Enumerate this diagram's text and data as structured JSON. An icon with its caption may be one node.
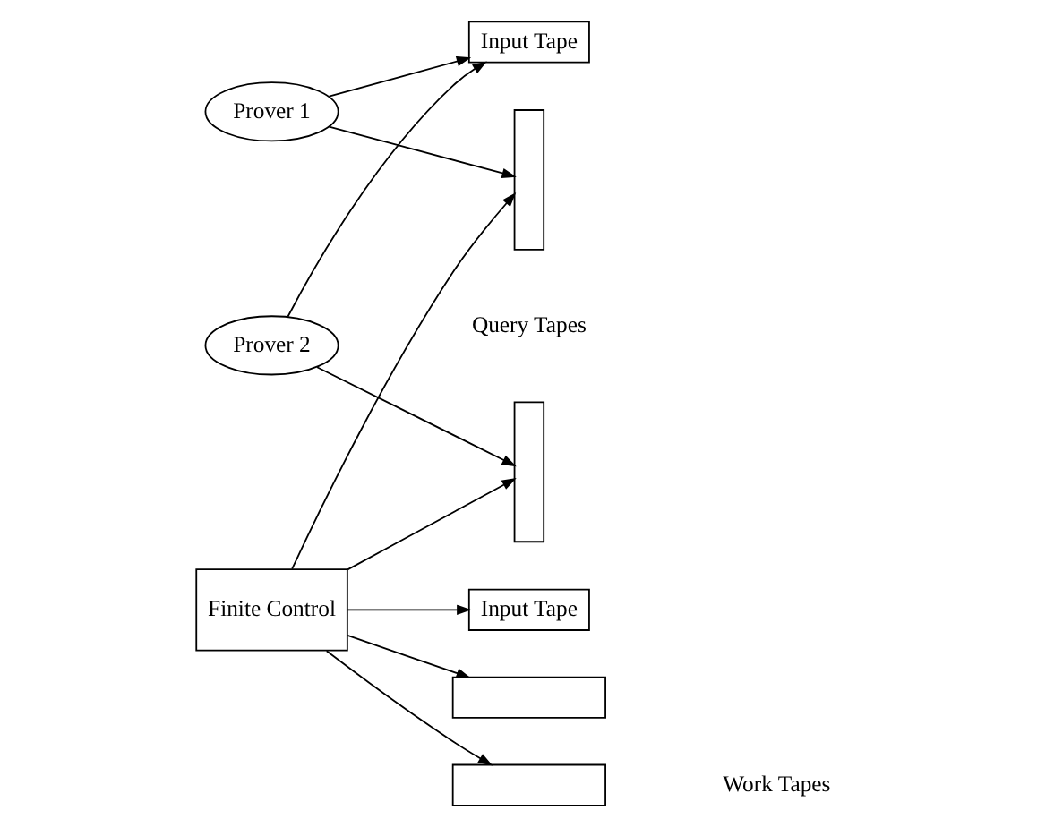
{
  "diagram": {
    "nodes": [
      {
        "text": [
          "Prover 1"
        ]
      },
      {
        "text": [
          "Input Tape"
        ]
      },
      {
        "text": [],
        "shape": "bar"
      },
      {
        "text": [
          "Finite Control"
        ]
      },
      {
        "text": [
          "Input Tape"
        ]
      },
      {
        "text": [],
        "shape": "bar"
      },
      {
        "text": [],
        "shape": "bar"
      },
      {
        "text": [],
        "shape": "bar"
      },
      {
        "text": [
          "Prover 2"
        ]
      }
    ],
    "edges": [
      {
        "from": 3,
        "to": 1,
        "arrow": "to"
      },
      {
        "from": 3,
        "to": 2,
        "arrow": "to"
      },
      {
        "from": 3,
        "to": 5,
        "arrow": "to"
      },
      {
        "from": 3,
        "to": 6,
        "arrow": "to"
      },
      {
        "from": 3,
        "to": 7,
        "arrow": "to"
      },
      {
        "from": 0,
        "to": 2,
        "arrow": "to"
      },
      {
        "from": 0,
        "to": 4,
        "arrow": "to"
      },
      {
        "from": 8,
        "to": 5,
        "arrow": "to"
      },
      {
        "from": 8,
        "to": 4,
        "arrow": "to"
      }
    ],
    "labels": [
      "Query Tapes",
      "Work Tapes"
    ]
  }
}
